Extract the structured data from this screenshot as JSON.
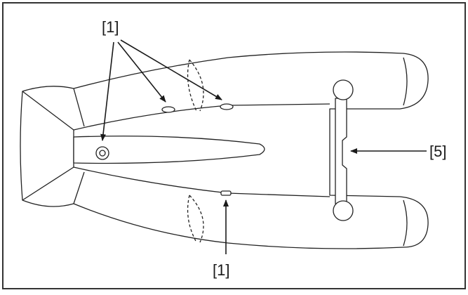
{
  "diagram": {
    "callouts": {
      "top": "[1]",
      "bottom": "[1]",
      "right": "[5]"
    }
  }
}
